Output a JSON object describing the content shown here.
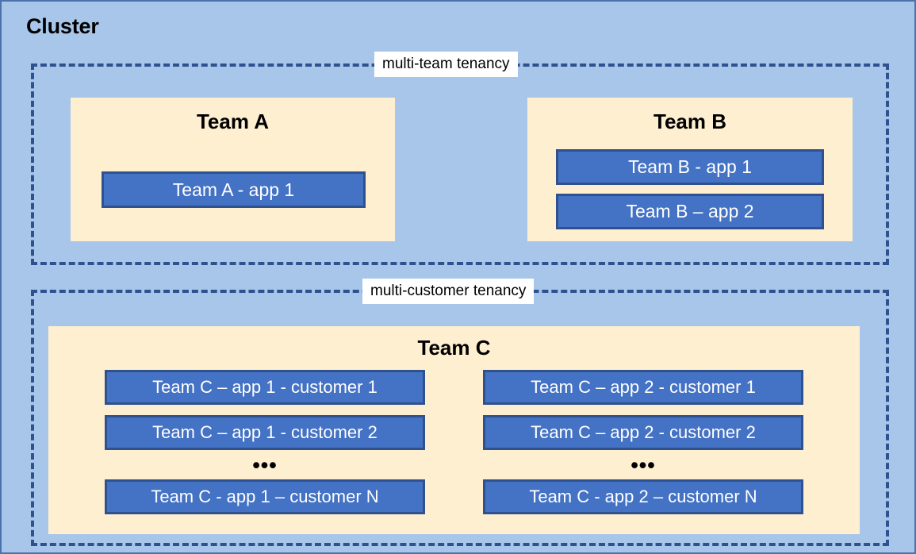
{
  "diagram": {
    "title": "Cluster",
    "colors": {
      "background": "#a8c6e9",
      "outer_border": "#4a72ab",
      "tenancy_border": "#2f528f",
      "team_panel": "#fdefd0",
      "app_fill": "#4472c4",
      "app_border": "#2f528f",
      "label_background": "#ffffff",
      "text_dark": "#000000",
      "text_light": "#ffffff"
    },
    "groups": [
      {
        "id": "multi-team",
        "label": "multi-team tenancy",
        "teams": [
          {
            "id": "team-a",
            "title": "Team A",
            "apps": [
              "Team A - app 1"
            ]
          },
          {
            "id": "team-b",
            "title": "Team B",
            "apps": [
              "Team B - app 1",
              "Team B – app 2"
            ]
          }
        ]
      },
      {
        "id": "multi-customer",
        "label": "multi-customer tenancy",
        "teams": [
          {
            "id": "team-c",
            "title": "Team C",
            "columns": [
              {
                "id": "team-c-app-1",
                "apps_top": [
                  "Team C – app 1 - customer 1",
                  "Team C – app 1 - customer 2"
                ],
                "ellipsis": "•••",
                "apps_bottom": [
                  "Team C - app 1 – customer N"
                ]
              },
              {
                "id": "team-c-app-2",
                "apps_top": [
                  "Team C – app 2 - customer 1",
                  "Team C – app 2 - customer 2"
                ],
                "ellipsis": "•••",
                "apps_bottom": [
                  "Team C - app 2 – customer N"
                ]
              }
            ]
          }
        ]
      }
    ]
  }
}
